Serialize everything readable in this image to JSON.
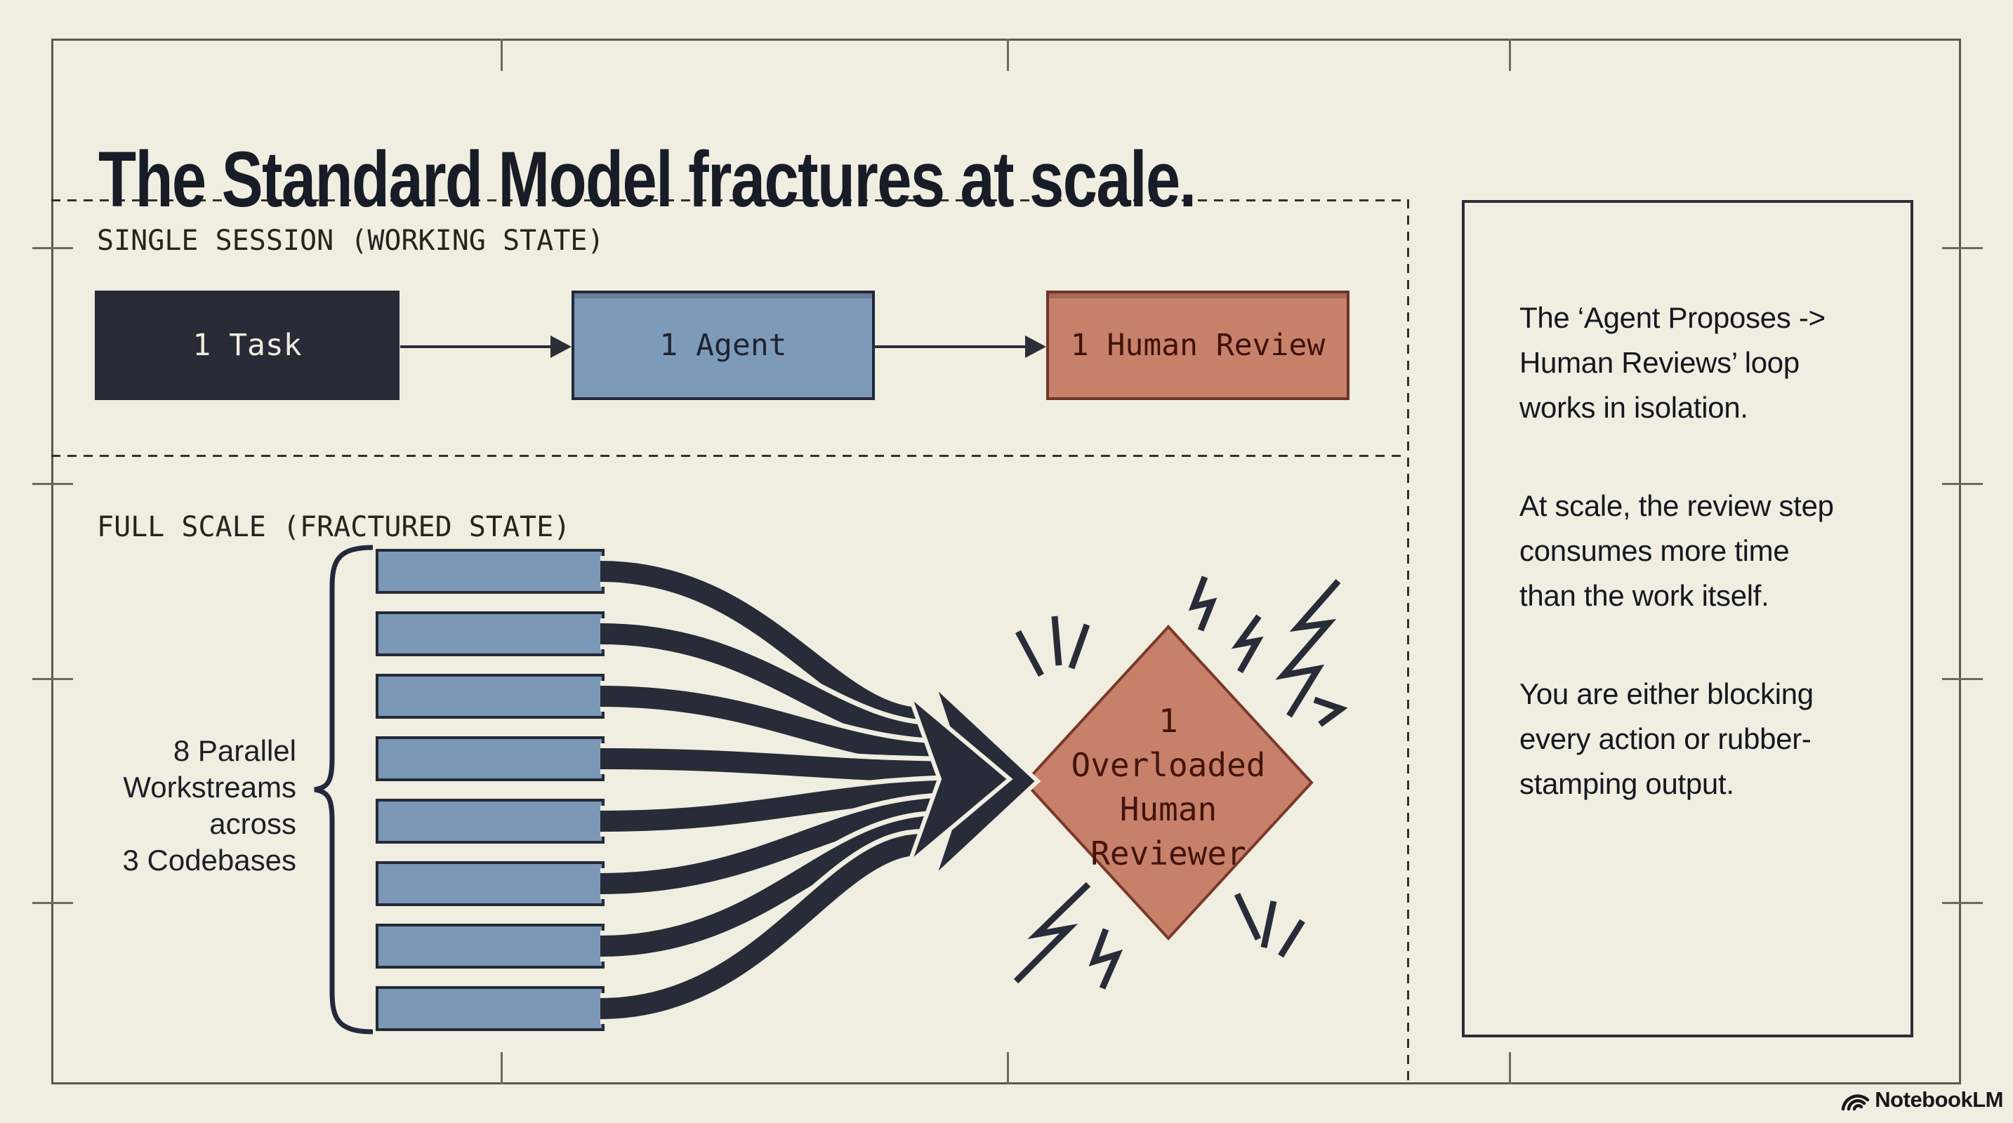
{
  "colors": {
    "background": "#f0ede1",
    "ink": "#272c38",
    "task_box": "#262b36",
    "agent_blue": "#7d9ab8",
    "review_salmon": "#c7816a",
    "frame_gray": "#5b594e"
  },
  "title": "The Standard Model fractures at scale.",
  "single_session": {
    "label": "SINGLE SESSION (WORKING STATE)",
    "flow": [
      {
        "label": "1 Task",
        "variant": "dark"
      },
      {
        "label": "1 Agent",
        "variant": "blue"
      },
      {
        "label": "1 Human Review",
        "variant": "salmon"
      }
    ]
  },
  "full_scale": {
    "label": "FULL SCALE (FRACTURED STATE)",
    "workstream_count": 8,
    "workstreams_caption": "8 Parallel\nWorkstreams\nacross\n3 Codebases",
    "reviewer_label": "1\nOverloaded\nHuman\nReviewer"
  },
  "side_panel": {
    "paragraphs": [
      "The ‘Agent Proposes ->\nHuman Reviews’ loop\nworks in isolation.",
      "At scale, the review step\nconsumes more time\nthan the work itself.",
      "You are either blocking\nevery action or rubber-\nstamping output."
    ]
  },
  "footer": {
    "brand": "NotebookLM"
  }
}
